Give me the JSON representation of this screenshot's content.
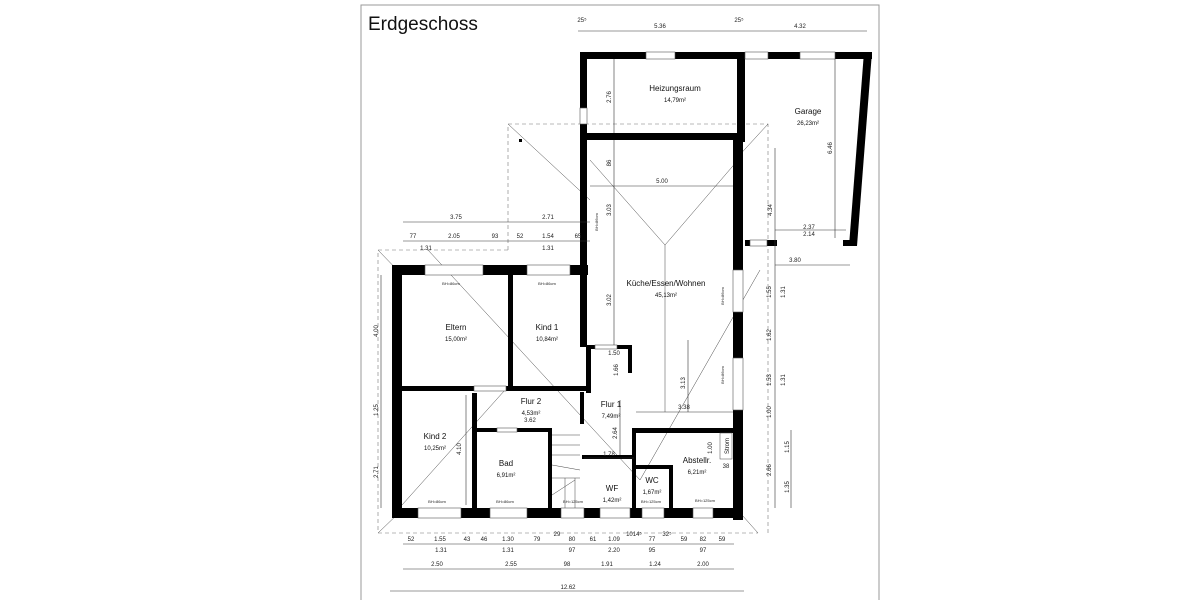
{
  "title": "Erdgeschoss",
  "rooms": [
    {
      "name": "Heizungsraum",
      "area": "14,79m²"
    },
    {
      "name": "Garage",
      "area": "26,23m²"
    },
    {
      "name": "Küche/Essen/Wohnen",
      "area": "45,13m²"
    },
    {
      "name": "Eltern",
      "area": "15,00m²"
    },
    {
      "name": "Kind 1",
      "area": "10,84m²"
    },
    {
      "name": "Flur 2",
      "area": "4,53m²"
    },
    {
      "name": "Flur 1",
      "area": "7,49m²"
    },
    {
      "name": "Kind 2",
      "area": "10,25m²"
    },
    {
      "name": "Bad",
      "area": "6,91m²"
    },
    {
      "name": "Abstellr.",
      "area": "6,21m²"
    },
    {
      "name": "WF",
      "area": "1,42m²"
    },
    {
      "name": "WC",
      "area": "1,67m²"
    }
  ],
  "storage_label": "Strom",
  "parapet_labels": [
    "BH=86cm",
    "BH=86cm",
    "BH=86cm",
    "BH=86cm",
    "BH=125cm",
    "BH=125cm",
    "BH=125cm",
    "BH=86cm",
    "BH=86cm",
    "BH=86cm"
  ],
  "dimensions": {
    "top": [
      "25⁵",
      "5.36",
      "25⁵",
      "4.32"
    ],
    "upper_left": [
      "3.75",
      "2.71",
      "77",
      "2.05",
      "93",
      "52",
      "1.54",
      "65",
      "1.31",
      "1.31"
    ],
    "bottom_row1": [
      "52",
      "1.55",
      "43",
      "46",
      "1.30",
      "79",
      "29",
      "80",
      "61",
      "1.09",
      "1014⁵",
      "77",
      "32⁵",
      "59",
      "82",
      "59"
    ],
    "bottom_row1_sub": [
      "1.31",
      "1.31",
      "97",
      "2.20",
      "95",
      "97"
    ],
    "bottom_row2": [
      "2.50",
      "2.55",
      "98",
      "1.91",
      "1.24",
      "2.00"
    ],
    "overall": "12.62",
    "left": [
      "4.00",
      "1.25",
      "2.71",
      "4.10"
    ],
    "right": [
      "1.55",
      "1.31",
      "1.62",
      "1.53",
      "1.31",
      "1.00",
      "2.66",
      "1.15",
      "1.35"
    ],
    "interior": [
      "2.76",
      "86",
      "3.03",
      "5.00",
      "3.02",
      "1.50",
      "1.66",
      "3.13",
      "3.38",
      "2.64",
      "1.78",
      "1.00",
      "38",
      "3.62"
    ],
    "garage": [
      "6.46",
      "4.34",
      "2.37",
      "2.14",
      "3.80"
    ]
  }
}
